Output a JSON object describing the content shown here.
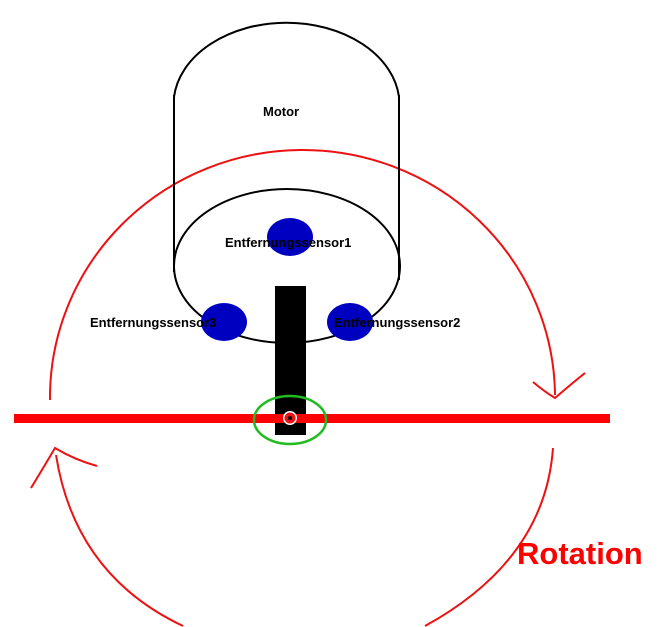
{
  "labels": {
    "motor": "Motor",
    "sensor1": "Entfernungssensor1",
    "sensor2": "Entfernungssensor2",
    "sensor3": "Entfernungssensor3",
    "rotation": "Rotation"
  },
  "colors": {
    "rotation": "#ff0000",
    "sensor": "#0000c0",
    "pivot_ring": "#22bb22",
    "outline": "#000000"
  }
}
